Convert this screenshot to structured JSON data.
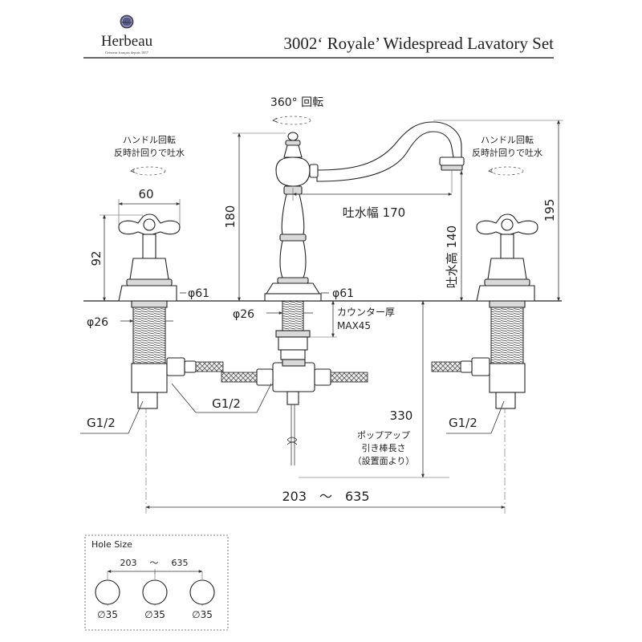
{
  "brand": {
    "name": "Herbeau",
    "tagline": "Créateur français depuis 1857",
    "seal_text": "HERBEAU"
  },
  "title": "3002‘ Royale’ Widespread Lavatory Set",
  "spout": {
    "rotation": "360° 回転",
    "height": "180",
    "reach": "吐水幅 170",
    "outlet_height": "吐水高 140",
    "total_height": "195"
  },
  "left_handle": {
    "note_line1": "ハンドル回転",
    "note_line2": "反時計回りで吐水",
    "width": "60",
    "height": "92",
    "flange_dia": "φ61",
    "shank_dia": "φ26",
    "thread": "G1/2"
  },
  "right_handle": {
    "note_line1": "ハンドル回転",
    "note_line2": "反時計回りで吐水",
    "thread": "G1/2"
  },
  "center_body": {
    "flange_dia": "φ61",
    "shank_dia": "φ26",
    "counter_line1": "カウンター厚",
    "counter_line2": "MAX45",
    "connector_thread": "G1/2"
  },
  "popup": {
    "length": "330",
    "line1": "ポップアップ",
    "line2": "引き棒長さ",
    "line3": "（設置面より）"
  },
  "spread": "203　～　635",
  "hole_size": {
    "title": "Hole Size",
    "range_min": "203",
    "range_sep": "～",
    "range_max": "635",
    "holes": [
      "∅35",
      "∅35",
      "∅35"
    ]
  }
}
